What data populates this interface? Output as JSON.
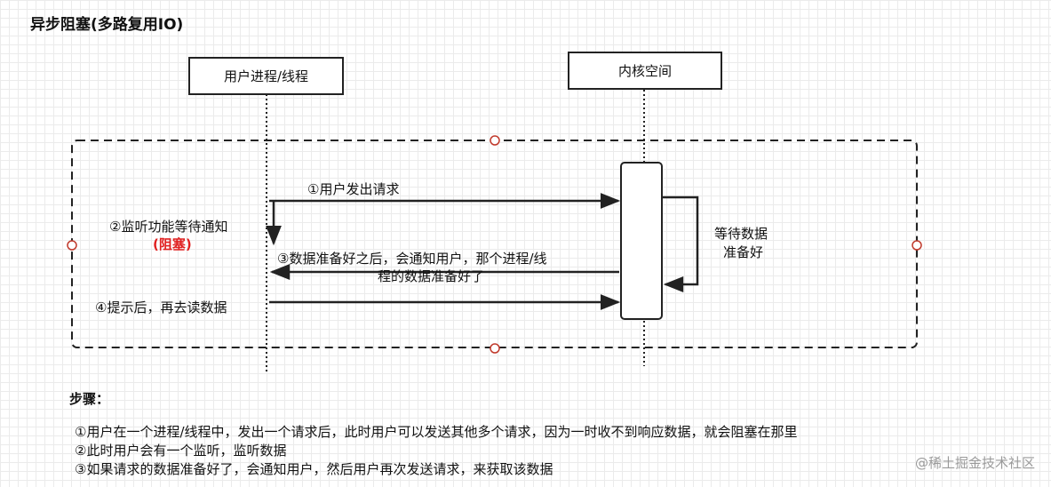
{
  "title": "异步阻塞(多路复用IO)",
  "lifelines": {
    "user": "用户进程/线程",
    "kernel": "内核空间"
  },
  "messages": {
    "m1": "①用户发出请求",
    "m2": "②监听功能等待通知",
    "m2_blocked": "(阻塞)",
    "m3_line1": "③数据准备好之后，会通知用户，那个进程/线",
    "m3_line2": "程的数据准备好了",
    "m4": "④提示后，再去读数据",
    "wait_line1": "等待数据",
    "wait_line2": "准备好"
  },
  "steps": {
    "heading": "步骤：",
    "items": [
      "①用户在一个进程/线程中，发出一个请求后，此时用户可以发送其他多个请求，因为一时收不到响应数据，就会阻塞在那里",
      "②此时用户会有一个监听，监听数据",
      "③如果请求的数据准备好了，会通知用户，然后用户再次发送请求，来获取该数据"
    ]
  },
  "watermark": "@稀土掘金技术社区",
  "colors": {
    "line": "#222222",
    "blocked": "#e02020",
    "handle": "#c0392b",
    "grid": "#ebebeb"
  }
}
